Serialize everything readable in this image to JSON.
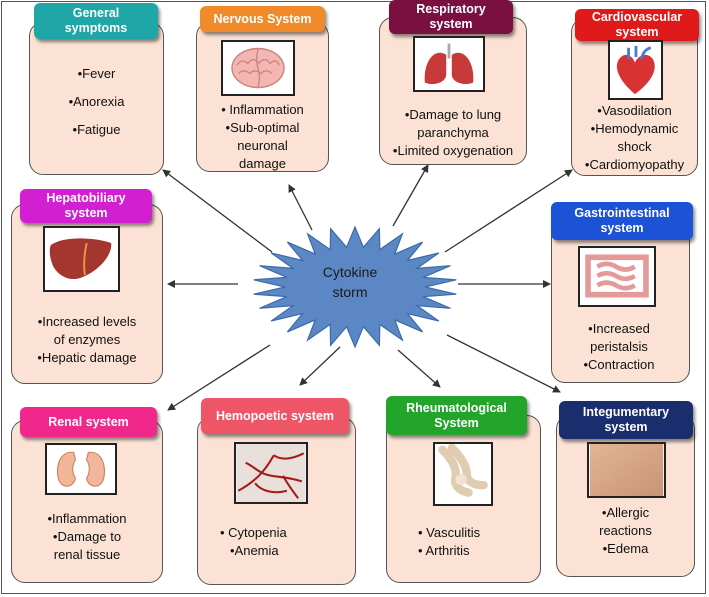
{
  "center": {
    "line1": "Cytokine",
    "line2": "storm"
  },
  "colors": {
    "card_fill": "#fbe2d4",
    "star_fill": "#5b87c5",
    "arrow": "#333333"
  },
  "general": {
    "title_1": "General",
    "title_2": "symptoms",
    "color": "#1fa6a6",
    "items": [
      "•Fever",
      "•Anorexia",
      "•Fatigue"
    ]
  },
  "nervous": {
    "title": "Nervous System",
    "color": "#f08a2a",
    "icon": "brain-icon",
    "items": [
      "•  Inflammation",
      "•Sub-optimal",
      "neuronal",
      "damage"
    ]
  },
  "respiratory": {
    "title_1": "Respiratory",
    "title_2": "system",
    "color": "#7a1040",
    "icon": "lungs-icon",
    "items": [
      "•Damage to lung",
      "paranchyma",
      "•Limited oxygenation"
    ]
  },
  "cardio": {
    "title_1": "Cardiovascular",
    "title_2": "system",
    "color": "#e01a1a",
    "icon": "heart-icon",
    "items": [
      "•Vasodilation",
      "•Hemodynamic",
      "shock",
      "•Cardiomyopathy"
    ]
  },
  "hepato": {
    "title_1": "Hepatobiliary",
    "title_2": "system",
    "color": "#d21fd2",
    "icon": "liver-icon",
    "items": [
      "•Increased levels",
      "of enzymes",
      "•Hepatic damage"
    ]
  },
  "gastro": {
    "title_1": "Gastrointestinal",
    "title_2": "system",
    "color": "#1c52d6",
    "icon": "intestine-icon",
    "items": [
      "•Increased",
      "peristalsis",
      "•Contraction"
    ]
  },
  "renal": {
    "title": "Renal system",
    "color": "#f0288c",
    "icon": "kidneys-icon",
    "items": [
      "•Inflammation",
      "•Damage to",
      "renal tissue"
    ]
  },
  "hemo": {
    "title": "Hemopoetic system",
    "color": "#ee5566",
    "icon": "blood-vessels-icon",
    "items": [
      "•  Cytopenia",
      "•Anemia"
    ]
  },
  "rheuma": {
    "title_1": "Rheumatological",
    "title_2": "System",
    "color": "#22a52a",
    "icon": "joint-icon",
    "items": [
      "•  Vasculitis",
      "•  Arthritis"
    ]
  },
  "integ": {
    "title_1": "Integumentary",
    "title_2": "system",
    "color": "#1a2e6e",
    "icon": "skin-icon",
    "items": [
      "•Allergic",
      "reactions",
      "•Edema"
    ]
  }
}
